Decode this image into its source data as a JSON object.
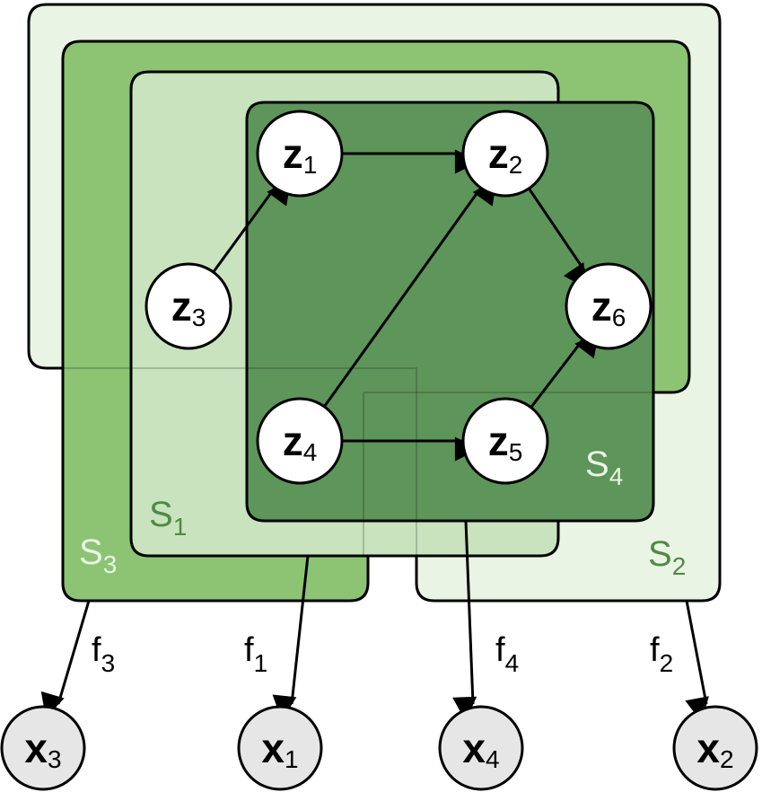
{
  "colors": {
    "s2_fill": "#eaf4e4",
    "s3_fill": "#8cc474",
    "s1_fill": "#c8e3bd",
    "s4_fill": "#5e955a",
    "latent_fill": "#ffffff",
    "observed_fill": "#e6e6e6",
    "s1_label": "#4f8a45",
    "s2_label": "#4f8a45",
    "s3_label": "#eaf4e4",
    "s4_label": "#eaf4e4"
  },
  "sets": [
    {
      "id": "S2",
      "letter": "S",
      "sub": "2"
    },
    {
      "id": "S3",
      "letter": "S",
      "sub": "3"
    },
    {
      "id": "S1",
      "letter": "S",
      "sub": "1"
    },
    {
      "id": "S4",
      "letter": "S",
      "sub": "4"
    }
  ],
  "latent_nodes": [
    {
      "id": "z1",
      "letter": "z",
      "sub": "1"
    },
    {
      "id": "z2",
      "letter": "z",
      "sub": "2"
    },
    {
      "id": "z3",
      "letter": "z",
      "sub": "3"
    },
    {
      "id": "z4",
      "letter": "z",
      "sub": "4"
    },
    {
      "id": "z5",
      "letter": "z",
      "sub": "5"
    },
    {
      "id": "z6",
      "letter": "z",
      "sub": "6"
    }
  ],
  "observed_nodes": [
    {
      "id": "x3",
      "letter": "x",
      "sub": "3"
    },
    {
      "id": "x1",
      "letter": "x",
      "sub": "1"
    },
    {
      "id": "x4",
      "letter": "x",
      "sub": "4"
    },
    {
      "id": "x2",
      "letter": "x",
      "sub": "2"
    }
  ],
  "edges": [
    {
      "from": "z1",
      "to": "z2"
    },
    {
      "from": "z3",
      "to": "z1"
    },
    {
      "from": "z4",
      "to": "z2"
    },
    {
      "from": "z2",
      "to": "z6"
    },
    {
      "from": "z4",
      "to": "z5"
    },
    {
      "from": "z5",
      "to": "z6"
    }
  ],
  "mappings": [
    {
      "id": "f3",
      "letter": "f",
      "sub": "3",
      "from": "S3",
      "to": "x3"
    },
    {
      "id": "f1",
      "letter": "f",
      "sub": "1",
      "from": "S1",
      "to": "x1"
    },
    {
      "id": "f4",
      "letter": "f",
      "sub": "4",
      "from": "S4",
      "to": "x4"
    },
    {
      "id": "f2",
      "letter": "f",
      "sub": "2",
      "from": "S2",
      "to": "x2"
    }
  ]
}
